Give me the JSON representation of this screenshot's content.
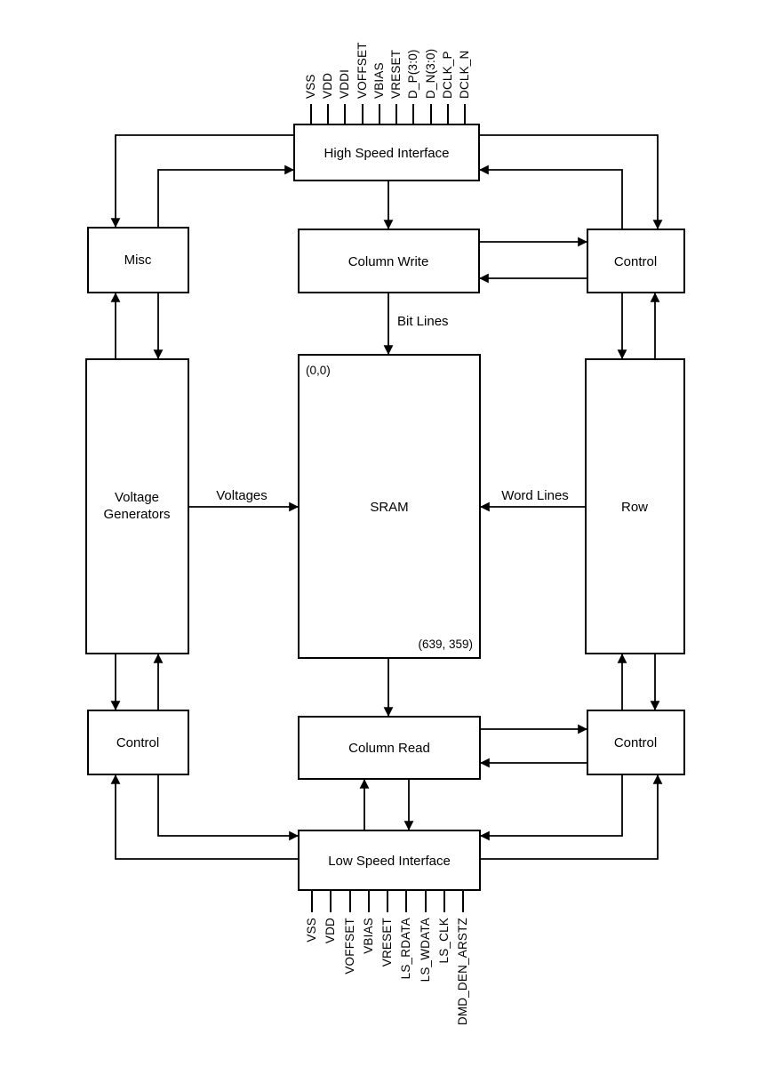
{
  "blocks": {
    "high_speed_interface": {
      "label": "High Speed Interface"
    },
    "misc": {
      "label": "Misc"
    },
    "column_write": {
      "label": "Column Write"
    },
    "control_top_right": {
      "label": "Control"
    },
    "voltage_generators": {
      "label_line1": "Voltage",
      "label_line2": "Generators"
    },
    "sram": {
      "label": "SRAM",
      "top_left_coord": "(0,0)",
      "bottom_right_coord": "(639, 359)"
    },
    "row": {
      "label": "Row"
    },
    "control_bottom_left": {
      "label": "Control"
    },
    "column_read": {
      "label": "Column Read"
    },
    "control_bottom_right": {
      "label": "Control"
    },
    "low_speed_interface": {
      "label": "Low Speed Interface"
    }
  },
  "bus_labels": {
    "bit_lines": "Bit Lines",
    "voltages": "Voltages",
    "word_lines": "Word Lines"
  },
  "pins_top": [
    "VSS",
    "VDD",
    "VDDI",
    "VOFFSET",
    "VBIAS",
    "VRESET",
    "D_P(3:0)",
    "D_N(3:0)",
    "DCLK_P",
    "DCLK_N"
  ],
  "pins_bottom": [
    "VSS",
    "VDD",
    "VOFFSET",
    "VBIAS",
    "VRESET",
    "LS_RDATA",
    "LS_WDATA",
    "LS_CLK",
    "DMD_DEN_ARSTZ"
  ],
  "colors": {
    "line": "#000000",
    "box_fill": "#ffffff",
    "background": "#ffffff",
    "text": "#000000"
  }
}
